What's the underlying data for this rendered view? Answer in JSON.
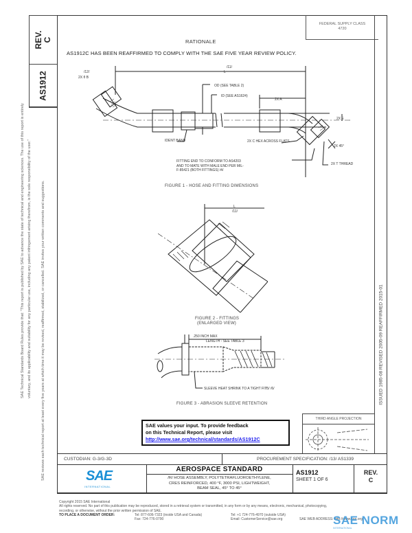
{
  "document": {
    "number": "AS1912",
    "revision_label": "REV.",
    "revision": "C",
    "federal_supply_class": {
      "label": "FEDERAL SUPPLY CLASS",
      "value": "4720"
    },
    "rationale_heading": "RATIONALE",
    "rationale_text": "AS1912C HAS BEEN REAFFIRMED TO COMPLY WITH THE SAE FIVE YEAR REVIEW POLICY.",
    "history": "ISSUED 1985-08    REVISED 2005-09    REAFFIRMED 2015-01"
  },
  "side_notice": {
    "line1": "SAE Technical Standards Board Rules provide that: \"This report is published by SAE to advance the state of technical and engineering sciences. The use of this report is entirely",
    "line2": "voluntary, and its applicability and suitability for any particular use, including any patent infringement arising therefrom, is the sole responsibility of the user.\"",
    "line3": "SAE reviews each technical report at least every five years at which time it may be revised, reaffirmed, stabilized, or cancelled. SAE invites your written comments and suggestions."
  },
  "figures": [
    {
      "caption": "FIGURE 1 - HOSE AND FITTING DIMENSIONS",
      "labels": {
        "dim_l": "L",
        "note_11": "/11/",
        "angle": "2X θ B",
        "note_12": "/12/",
        "od": "OD (SEE TABLE 2)",
        "id": "ID (SEE AS1624)",
        "a": "2X A",
        "ident_band": "IDENT BAND",
        "hex": "2X C HEX ACROSS FLATS",
        "e": "2X E",
        "angle45": "2X 45°",
        "thread": "2X T THREAD",
        "fitting_note": "FITTING END TO CONFORM TO AS4203 AND TO MATE WITH MALE END PER MIL-F-85421 (BOTH FITTINGS) /4/"
      }
    },
    {
      "caption": "FIGURE 2 - FITTINGS",
      "subcaption": "(ENLARGED VIEW)",
      "labels": {
        "dim_l": "L",
        "note_11": "/11/"
      }
    },
    {
      "caption": "FIGURE 3 - ABRASION SLEEVE RETENTION",
      "labels": {
        "max": ".250 INCH MAX",
        "length": "LENGTH - SEE TABLE 3",
        "sleeve": "SLEEVE HEAT SHRINK TO A TIGHT FIT",
        "notes": "/5/ /6/"
      }
    }
  ],
  "feedback": {
    "line1": "SAE values your input. To provide feedback",
    "line2": "on this Technical Report, please visit",
    "link": "http://www.sae.org/technical/standards/AS1912C"
  },
  "projection": {
    "label": "THIRD ANGLE PROJECTION"
  },
  "custodian": "CUSTODIAN: G-3/G-3D",
  "procurement": "PROCUREMENT SPECIFICATION: /13/ AS1339",
  "title_block": {
    "logo": "SAE",
    "logo_sub": "INTERNATIONAL",
    "heading": "AEROSPACE STANDARD",
    "desc1": "/R/ HOSE ASSEMBLY, POLYTETRAFLUOROETHYLENE,",
    "desc2": "CRES REINFORCED, 400 °F, 3000 PSI, LIGHTWEIGHT,",
    "desc3": "BEAM SEAL, 45° TO 45°",
    "doc_number": "AS1912",
    "sheet": "SHEET 1 OF 6",
    "rev_label": "REV.",
    "rev": "C"
  },
  "footer": {
    "copyright": "Copyright 2015 SAE International",
    "rights": "All rights reserved. No part of this publication may be reproduced, stored in a retrieval system or transmitted, in any form or by any means, electronic, mechanical, photocopying,",
    "rights2": "recording, or otherwise, without the prior written permission of SAE.",
    "order_label": "TO PLACE A DOCUMENT ORDER:",
    "tel_us": "Tel: 877-606-7323 (inside USA and Canada)",
    "fax": "Fax: 724-776-0790",
    "tel_intl": "Tel: +1 724-776-4970 (outside USA)",
    "email": "Email: CustomerService@sae.org",
    "web": "SAE WEB ADDRESS: http://www.sae.org"
  },
  "watermark": {
    "text": "SAE NORM",
    "sub": "INTERNATIONAL"
  },
  "colors": {
    "sae_blue": "#1a8fd6",
    "link_blue": "#1a1aee",
    "line": "#333333"
  }
}
